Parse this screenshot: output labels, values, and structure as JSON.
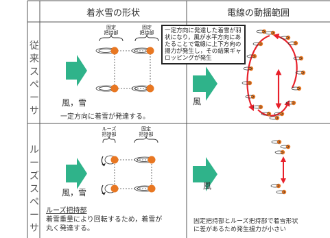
{
  "headers": {
    "shape": "着氷雪の形状",
    "motion": "電線の動揺範囲"
  },
  "rows": [
    {
      "label_chars": [
        "従",
        "来",
        "ス",
        "ペ",
        "ー",
        "サ"
      ],
      "clamp_label_left": "固定\n把持部",
      "clamp_label_right": "固定\n把持部",
      "wind_label": "風，雪",
      "caption": "一定方向に着雪が発達する。",
      "wind_label_right": "風",
      "callout": "一定方向に発達した着雪が羽状になり，風が水平方向にあたることで電線に上下方向の揚力が発生し，その結果ギャロッピングが発生"
    },
    {
      "label_chars": [
        "ル",
        "ー",
        "ズ",
        "ス",
        "ペ",
        "ー",
        "サ"
      ],
      "clamp_label_left": "ルーズ\n把持部",
      "clamp_label_right": "固定\n把持部",
      "wind_label": "風，雪",
      "caption_title": "ルーズ把持部",
      "caption_line1": "着雪重量により回転するため，着雪が",
      "caption_line2": "丸く発達する。",
      "wind_label_right": "風",
      "result_line1": "固定把持部とルーズ把持部で着雪形状",
      "result_line2": "に差があるため発生揚力が小さい"
    }
  ],
  "colors": {
    "arrow_green": "#2fb38a",
    "conductor_orange": "#e87722",
    "motion_red": "#e8202a",
    "grid_line": "#555555"
  }
}
